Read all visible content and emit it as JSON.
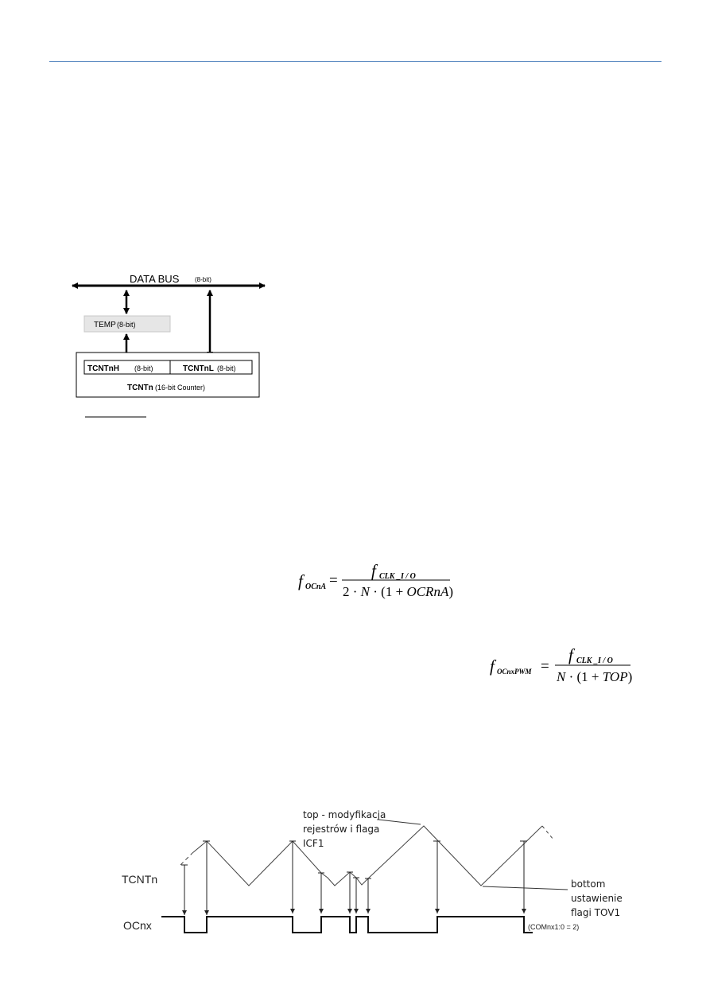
{
  "bus_diagram": {
    "data_bus_label": "DATA BUS",
    "data_bus_width": "(8-bit)",
    "temp_name": "TEMP",
    "temp_width": "(8-bit)",
    "high_name": "TCNTnH",
    "high_width": "(8-bit)",
    "low_name": "TCNTnL",
    "low_width": "(8-bit)",
    "counter_name": "TCNTn",
    "counter_desc": "(16-bit Counter)"
  },
  "formula_ctc": {
    "lhs_f": "f",
    "lhs_sub": "OCnA",
    "num_f": "f",
    "num_sub": "CLK _I / O",
    "den_a": "2 · ",
    "den_n": "N",
    "den_b": " · (1 + ",
    "den_c": "OCRnA",
    "den_d": ")"
  },
  "formula_pwm": {
    "lhs_f": "f",
    "lhs_sub": "OCnxPWM",
    "num_f": "f",
    "num_sub": "CLK _I / O",
    "den_n": "N",
    "den_b": " · (1 + ",
    "den_c": "TOP",
    "den_d": ")"
  },
  "timing_diagram": {
    "counter_label": "TCNTn",
    "output_label": "OCnx",
    "mode_note": "(COMnx1:0 = 2)",
    "top_note": [
      "top - modyfikacja",
      "rejestrów i flaga",
      "ICF1"
    ],
    "bottom_note": [
      "bottom",
      "ustawienie",
      "flagi TOV1"
    ]
  },
  "colors": {
    "header_rule": "#4f81bd",
    "temp_fill": "#e6e6e6",
    "annotation": "#1a1a1a"
  }
}
